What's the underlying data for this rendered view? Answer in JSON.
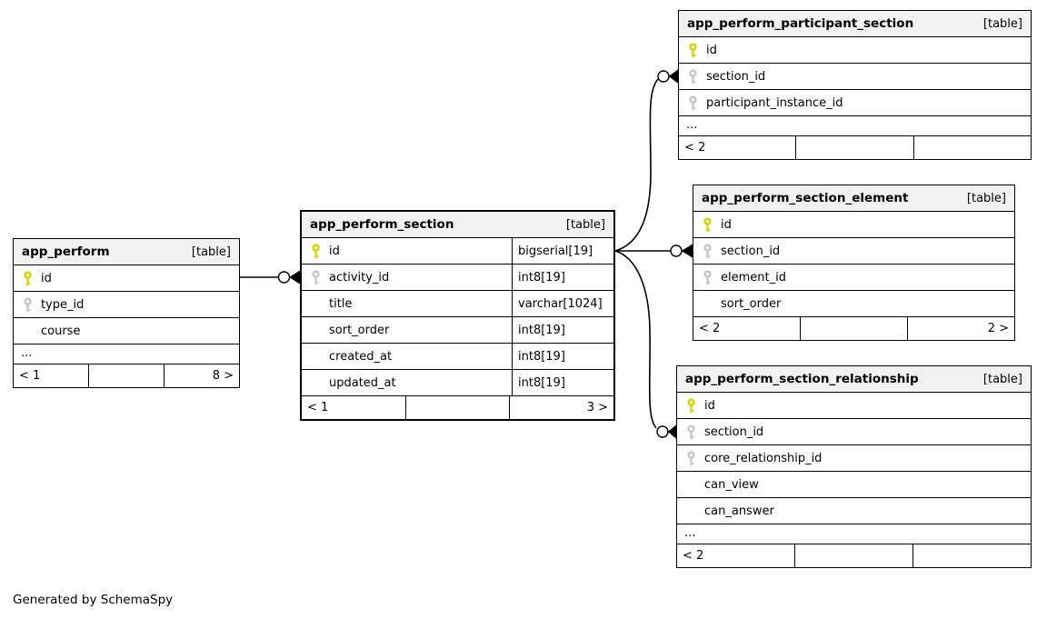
{
  "footer_note": "Generated by SchemaSpy",
  "colors": {
    "header_bg": "#f2f2f2",
    "border": "#000000",
    "primary_key_icon": "#d6d600",
    "foreign_key_icon": "#c8c8c8"
  },
  "tables": {
    "app_perform": {
      "name": "app_perform",
      "tag": "[table]",
      "columns": [
        {
          "name": "id",
          "key": "primary"
        },
        {
          "name": "type_id",
          "key": "foreign"
        },
        {
          "name": "course",
          "key": "none"
        }
      ],
      "ellipsis": "...",
      "footer": {
        "left": "< 1",
        "mid": "",
        "right": "8 >"
      }
    },
    "app_perform_section": {
      "name": "app_perform_section",
      "tag": "[table]",
      "columns": [
        {
          "name": "id",
          "key": "primary",
          "type": "bigserial[19]"
        },
        {
          "name": "activity_id",
          "key": "foreign",
          "type": "int8[19]"
        },
        {
          "name": "title",
          "key": "none",
          "type": "varchar[1024]"
        },
        {
          "name": "sort_order",
          "key": "none",
          "type": "int8[19]"
        },
        {
          "name": "created_at",
          "key": "none",
          "type": "int8[19]"
        },
        {
          "name": "updated_at",
          "key": "none",
          "type": "int8[19]"
        }
      ],
      "footer": {
        "left": "< 1",
        "mid": "",
        "right": "3 >"
      }
    },
    "app_perform_participant_section": {
      "name": "app_perform_participant_section",
      "tag": "[table]",
      "columns": [
        {
          "name": "id",
          "key": "primary"
        },
        {
          "name": "section_id",
          "key": "foreign"
        },
        {
          "name": "participant_instance_id",
          "key": "foreign"
        }
      ],
      "ellipsis": "...",
      "footer": {
        "left": "< 2",
        "mid": "",
        "right": ""
      }
    },
    "app_perform_section_element": {
      "name": "app_perform_section_element",
      "tag": "[table]",
      "columns": [
        {
          "name": "id",
          "key": "primary"
        },
        {
          "name": "section_id",
          "key": "foreign"
        },
        {
          "name": "element_id",
          "key": "foreign"
        },
        {
          "name": "sort_order",
          "key": "none"
        }
      ],
      "footer": {
        "left": "< 2",
        "mid": "",
        "right": "2 >"
      }
    },
    "app_perform_section_relationship": {
      "name": "app_perform_section_relationship",
      "tag": "[table]",
      "columns": [
        {
          "name": "id",
          "key": "primary"
        },
        {
          "name": "section_id",
          "key": "foreign"
        },
        {
          "name": "core_relationship_id",
          "key": "foreign"
        },
        {
          "name": "can_view",
          "key": "none"
        },
        {
          "name": "can_answer",
          "key": "none"
        }
      ],
      "ellipsis": "...",
      "footer": {
        "left": "< 2",
        "mid": "",
        "right": ""
      }
    }
  },
  "relationships": [
    {
      "from": "app_perform.id",
      "to": "app_perform_section.activity_id",
      "to_end": "many (crow's foot + circle)"
    },
    {
      "from": "app_perform_section.id",
      "to": "app_perform_participant_section.section_id",
      "to_end": "many (crow's foot + circle)"
    },
    {
      "from": "app_perform_section.id",
      "to": "app_perform_section_element.section_id",
      "to_end": "many (crow's foot + circle)"
    },
    {
      "from": "app_perform_section.id",
      "to": "app_perform_section_relationship.section_id",
      "to_end": "many (crow's foot + circle)"
    }
  ]
}
